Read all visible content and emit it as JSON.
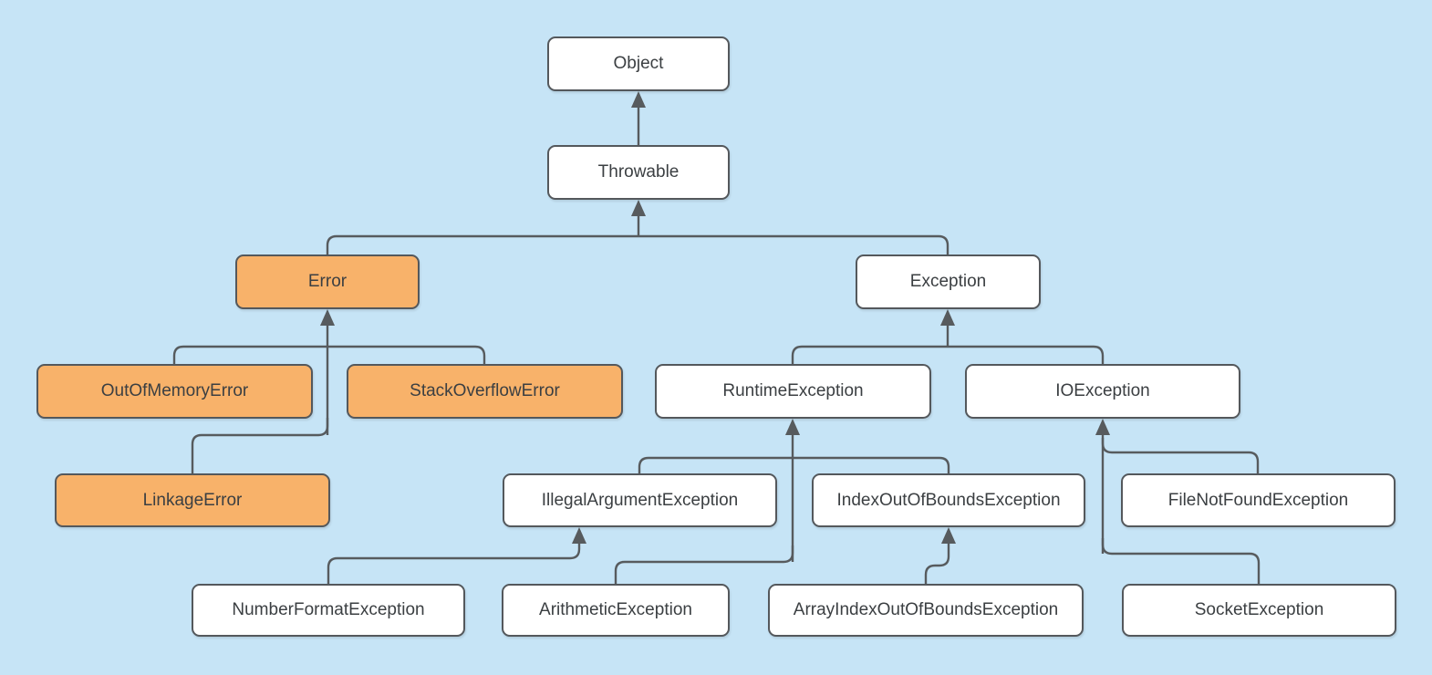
{
  "diagram": {
    "kind": "class-hierarchy-flowchart",
    "colors": {
      "background": "#c6e4f6",
      "node_fill": "#ffffff",
      "node_fill_highlight": "#f8b26a",
      "node_border": "#54585c",
      "connector": "#575b5e",
      "text": "#3b3f42"
    },
    "nodes": [
      {
        "label": "Object",
        "highlighted": false
      },
      {
        "label": "Throwable",
        "highlighted": false
      },
      {
        "label": "Error",
        "highlighted": true
      },
      {
        "label": "Exception",
        "highlighted": false
      },
      {
        "label": "OutOfMemoryError",
        "highlighted": true
      },
      {
        "label": "StackOverflowError",
        "highlighted": true
      },
      {
        "label": "RuntimeException",
        "highlighted": false
      },
      {
        "label": "IOException",
        "highlighted": false
      },
      {
        "label": "LinkageError",
        "highlighted": true
      },
      {
        "label": "IllegalArgumentException",
        "highlighted": false
      },
      {
        "label": "IndexOutOfBoundsException",
        "highlighted": false
      },
      {
        "label": "FileNotFoundException",
        "highlighted": false
      },
      {
        "label": "NumberFormatException",
        "highlighted": false
      },
      {
        "label": "ArithmeticException",
        "highlighted": false
      },
      {
        "label": "ArrayIndexOutOfBoundsException",
        "highlighted": false
      },
      {
        "label": "SocketException",
        "highlighted": false
      }
    ],
    "edges": [
      {
        "from": "Throwable",
        "to": "Object"
      },
      {
        "from": "Error",
        "to": "Throwable"
      },
      {
        "from": "Exception",
        "to": "Throwable"
      },
      {
        "from": "OutOfMemoryError",
        "to": "Error"
      },
      {
        "from": "StackOverflowError",
        "to": "Error"
      },
      {
        "from": "LinkageError",
        "to": "Error"
      },
      {
        "from": "RuntimeException",
        "to": "Exception"
      },
      {
        "from": "IOException",
        "to": "Exception"
      },
      {
        "from": "IllegalArgumentException",
        "to": "RuntimeException"
      },
      {
        "from": "IndexOutOfBoundsException",
        "to": "RuntimeException"
      },
      {
        "from": "ArithmeticException",
        "to": "RuntimeException"
      },
      {
        "from": "NumberFormatException",
        "to": "IllegalArgumentException"
      },
      {
        "from": "ArrayIndexOutOfBoundsException",
        "to": "IndexOutOfBoundsException"
      },
      {
        "from": "FileNotFoundException",
        "to": "IOException"
      },
      {
        "from": "SocketException",
        "to": "IOException"
      }
    ]
  }
}
